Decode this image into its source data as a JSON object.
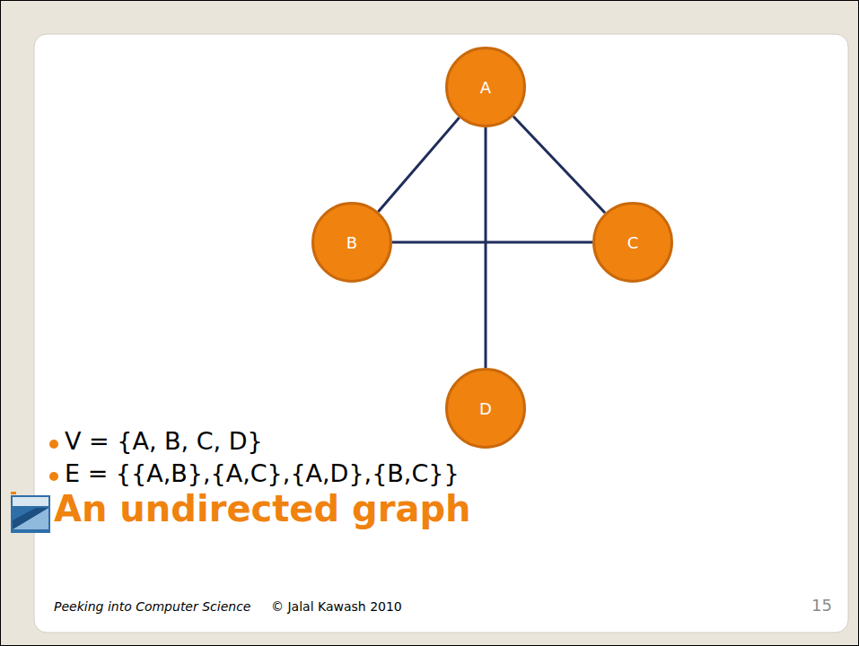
{
  "diagram": {
    "title": "An undirected graph",
    "nodes": [
      {
        "text": [
          "A"
        ]
      },
      {
        "text": [
          "B"
        ]
      },
      {
        "text": [
          "C"
        ]
      },
      {
        "text": [
          "D"
        ]
      }
    ],
    "edges": [
      {
        "from": 0,
        "to": 1,
        "arrow": "none"
      },
      {
        "from": 0,
        "to": 2,
        "arrow": "none"
      },
      {
        "from": 0,
        "to": 3,
        "arrow": "none"
      },
      {
        "from": 1,
        "to": 2,
        "arrow": "none"
      }
    ],
    "labels": [
      "V = {A, B, C, D}",
      "E = {{A,B},{A,C},{A,D},{B,C}}",
      "Peeking into Computer Science",
      "© Jalal Kawash 2010",
      "15"
    ]
  }
}
